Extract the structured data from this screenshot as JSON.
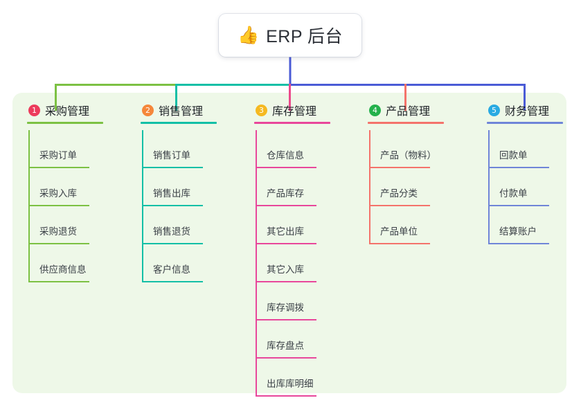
{
  "diagram": {
    "type": "org-tree",
    "root": {
      "emoji": "👍",
      "emoji_name": "thumbs-up-icon",
      "title": "ERP 后台"
    },
    "panel_color": "#eef8e8",
    "bus_segments": [
      {
        "color": "#7cc143"
      },
      {
        "color": "#13bfa6"
      },
      {
        "color": "#4a5bd6"
      }
    ],
    "columns": [
      {
        "number": "1",
        "title": "采购管理",
        "badge_color": "#ec3b5b",
        "line_color": "#7cc143",
        "connector_color": "#7cc143",
        "items": [
          "采购订单",
          "采购入库",
          "采购退货",
          "供应商信息"
        ]
      },
      {
        "number": "2",
        "title": "销售管理",
        "badge_color": "#f5873a",
        "line_color": "#13bfa6",
        "connector_color": "#13bfa6",
        "items": [
          "销售订单",
          "销售出库",
          "销售退货",
          "客户信息"
        ]
      },
      {
        "number": "3",
        "title": "库存管理",
        "badge_color": "#f5b921",
        "line_color": "#e8479b",
        "connector_color": "#ec4a8c",
        "items": [
          "仓库信息",
          "产品库存",
          "其它出库",
          "其它入库",
          "库存调拨",
          "库存盘点",
          "出库库明细"
        ]
      },
      {
        "number": "4",
        "title": "产品管理",
        "badge_color": "#24b14c",
        "line_color": "#f4736b",
        "connector_color": "#f4736b",
        "items": [
          "产品（物料）",
          "产品分类",
          "产品单位"
        ]
      },
      {
        "number": "5",
        "title": "财务管理",
        "badge_color": "#29aae2",
        "line_color": "#6f85d8",
        "connector_color": "#4a5bd6",
        "items": [
          "回款单",
          "付款单",
          "结算账户"
        ]
      }
    ]
  }
}
